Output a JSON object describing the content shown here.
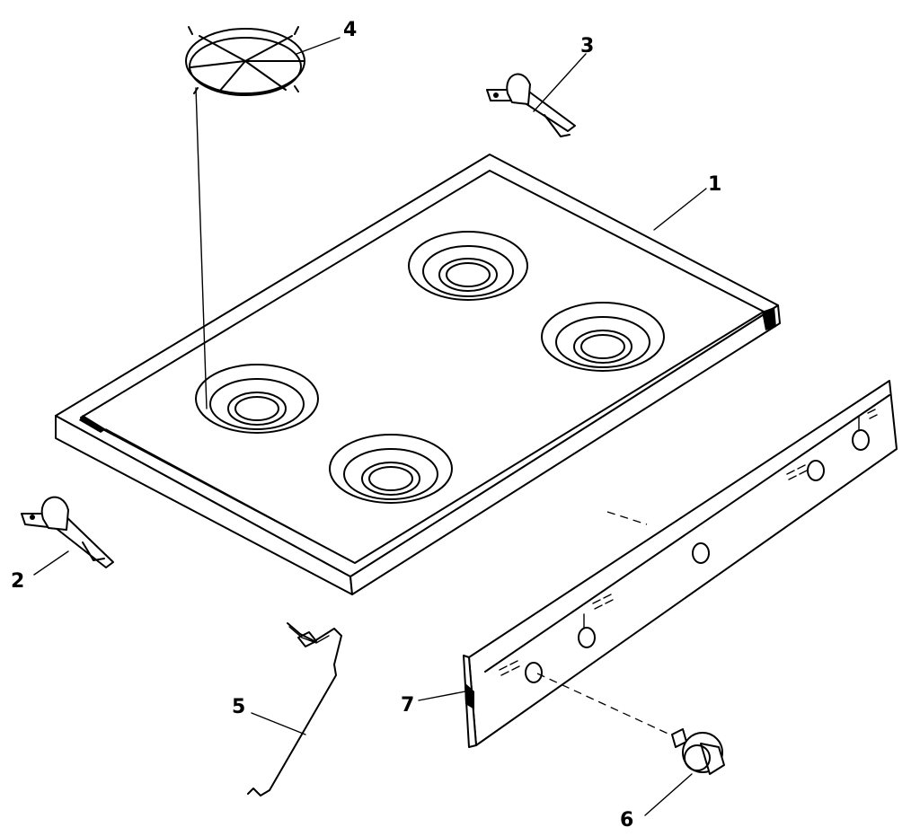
{
  "callouts": {
    "cooktop": "1",
    "left_bracket": "2",
    "right_bracket": "3",
    "grate": "4",
    "wire_rod": "5",
    "knob": "6",
    "control_panel": "7"
  },
  "colors": {
    "ink": "#000000",
    "paper": "#ffffff"
  }
}
